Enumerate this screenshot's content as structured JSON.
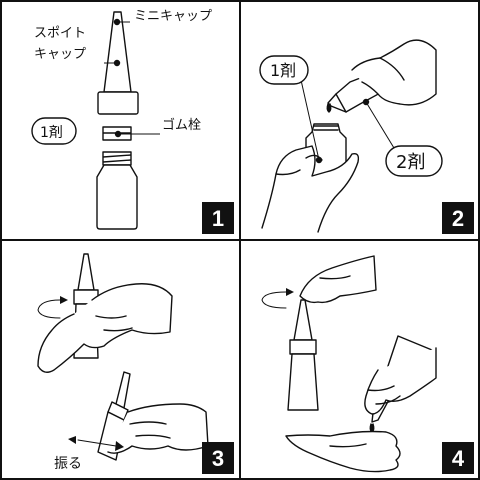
{
  "panels": [
    {
      "number": "1",
      "labels": {
        "mini_cap": "ミニキャップ",
        "dropper_cap_line1": "スポイト",
        "dropper_cap_line2": "キャップ",
        "rubber_plug": "ゴム栓",
        "agent1": "1剤"
      }
    },
    {
      "number": "2",
      "labels": {
        "agent1": "1剤",
        "agent2": "2剤"
      }
    },
    {
      "number": "3",
      "labels": {
        "shake": "振る"
      }
    },
    {
      "number": "4",
      "labels": {}
    }
  ],
  "colors": {
    "line": "#111111",
    "badge_bg": "#111111",
    "badge_text": "#ffffff",
    "background": "#ffffff"
  },
  "icons": [
    "rotate-arrow-icon",
    "shake-arrow-icon",
    "hand-icon",
    "bottle-icon"
  ]
}
